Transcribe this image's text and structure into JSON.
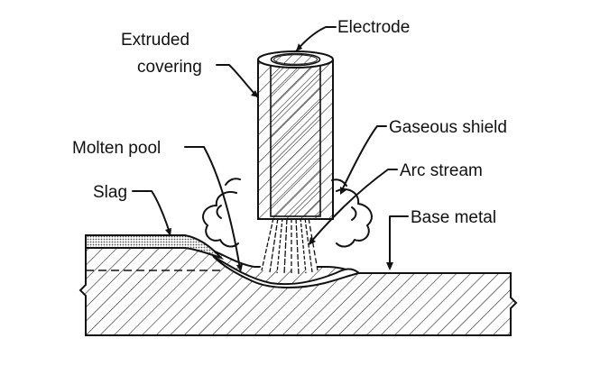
{
  "diagram": {
    "labels": {
      "electrode": "Electrode",
      "extruded_covering_line1": "Extruded",
      "extruded_covering_line2": "covering",
      "gaseous_shield": "Gaseous shield",
      "molten_pool": "Molten pool",
      "arc_stream": "Arc stream",
      "slag": "Slag",
      "base_metal": "Base metal"
    },
    "colors": {
      "ink": "#111111",
      "paper": "#ffffff",
      "slag_fill": "#9a9a9a"
    }
  }
}
